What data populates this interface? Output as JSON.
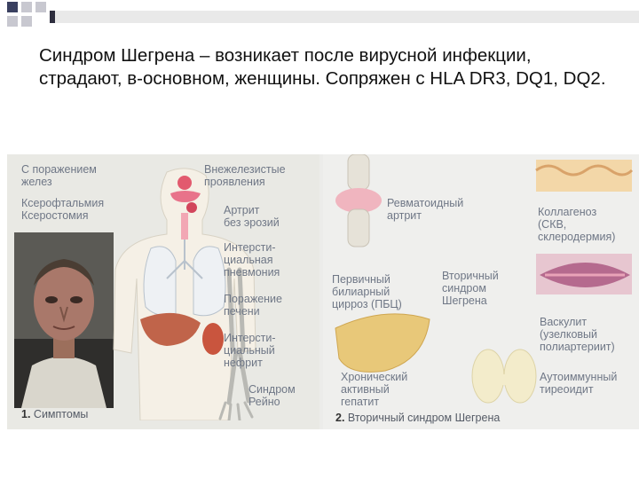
{
  "intro_text": "Синдром Шегрена – возникает после вирусной инфекции, страдают, в-основном, женщины. Сопряжен с HLA DR3, DQ1, DQ2.",
  "left_panel": {
    "heading_glands": "С поражением\nжелез",
    "item_kseroftalmia": "Ксерофтальмия",
    "item_kserostomia": "Ксеростомия",
    "heading_extraglandular": "Внежелезистые\nпроявления",
    "item_arthritis": "Артрит\nбез эрозий",
    "item_pneumonia": "Интерсти-\nциальная\nпневмония",
    "item_liver": "Поражение\nпечени",
    "item_nephritis": "Интерсти-\nциальный\nнефрит",
    "item_raynaud": "Синдром\nРейно",
    "caption_number": "1.",
    "caption_text": "Симптомы"
  },
  "right_panel": {
    "ra_label": "Ревматоидный\nартрит",
    "collagenosis_label": "Коллагеноз\n(СКВ,\nсклеродермия)",
    "pbc_label": "Первичный\nбилиарный\nцирроз (ПБЦ)",
    "secondary_center_label": "Вторичный\nсиндром\nШегрена",
    "vasculitis_label": "Васкулит\n(узелковый\nполиартериит)",
    "hepatitis_label": "Хронический\nактивный\nгепатит",
    "thyroiditis_label": "Аутоиммунный\nтиреоидит",
    "caption_number": "2.",
    "caption_text": "Вторичный синдром Шегрена"
  }
}
